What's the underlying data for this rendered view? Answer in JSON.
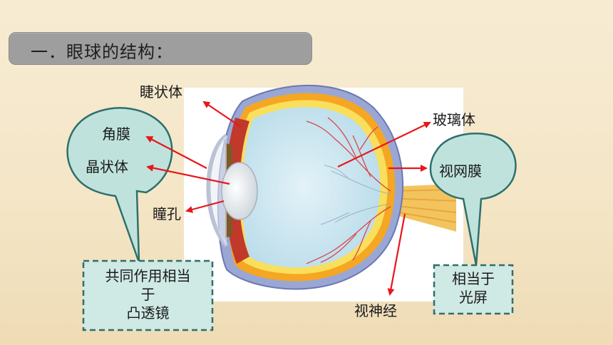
{
  "title": "一．眼球的结构：",
  "labels": {
    "ciliary_body": "睫状体",
    "cornea": "角膜",
    "lens": "晶状体",
    "pupil": "瞳孔",
    "vitreous": "玻璃体",
    "retina": "视网膜",
    "optic_nerve": "视神经"
  },
  "notes": {
    "left_line1": "共同作用相当",
    "left_line2": "于",
    "left_line3": "凸透镜",
    "right_line1": "相当于",
    "right_line2": "光屏"
  },
  "colors": {
    "arrow": "#e8161b",
    "bubble_fill": "#bfe3dc",
    "bubble_stroke": "#2f6f6c",
    "box_fill": "#cfe9e4",
    "box_stroke": "#2f6f6c",
    "title_bar": "#9e9e9e"
  }
}
